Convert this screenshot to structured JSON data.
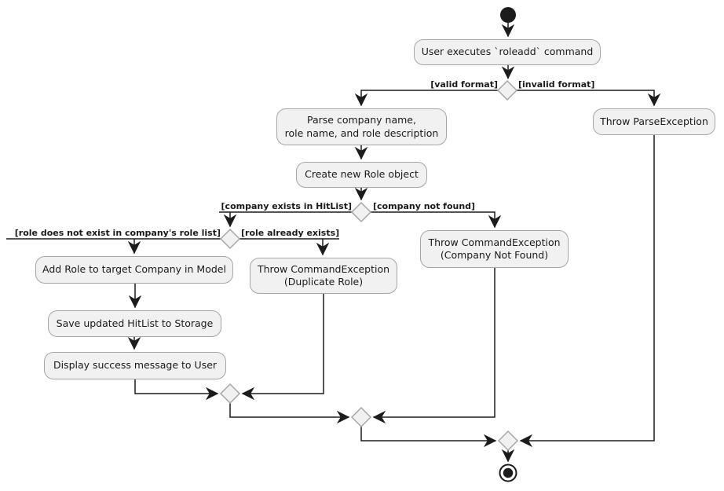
{
  "diagram": {
    "type": "uml-activity-diagram",
    "colors": {
      "node_fill": "#F1F1F1",
      "node_border": "#A6A6A6",
      "line": "#1C1C1C",
      "text": "#1A1A1A",
      "background": "#FFFFFF"
    },
    "nodes": {
      "user_executes": {
        "label": "User executes `roleadd` command"
      },
      "parse": {
        "label": "Parse company name,\nrole name, and role description"
      },
      "create_role": {
        "label": "Create new Role object"
      },
      "add_role": {
        "label": "Add Role to target Company in Model"
      },
      "save_hitlist": {
        "label": "Save updated HitList to Storage"
      },
      "display_success": {
        "label": "Display success message to User"
      },
      "throw_duplicate": {
        "label": "Throw CommandException\n(Duplicate Role)"
      },
      "throw_company_not_found": {
        "label": "Throw CommandException\n(Company Not Found)"
      },
      "throw_parse": {
        "label": "Throw ParseException"
      }
    },
    "guards": {
      "valid_format": "[valid format]",
      "invalid_format": "[invalid format]",
      "company_exists": "[company exists in HitList]",
      "company_not_found": "[company not found]",
      "role_not_exist": "[role does not exist in company's role list]",
      "role_exists": "[role already exists]"
    }
  }
}
